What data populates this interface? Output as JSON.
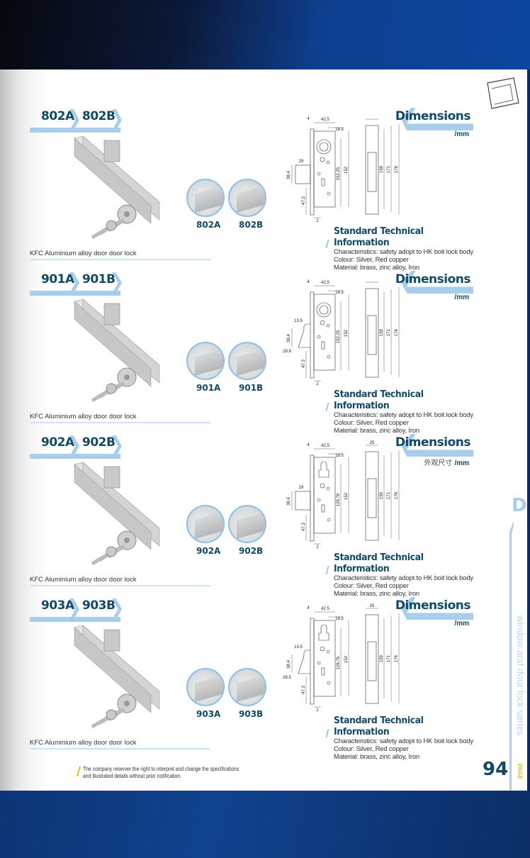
{
  "colors": {
    "accent": "#124a63",
    "light_blue": "#a9cdec",
    "yellow": "#e9b62c"
  },
  "sections": [
    {
      "codes": [
        "802A",
        "802B"
      ],
      "variants": [
        "802A",
        "802B"
      ],
      "caption": "KFC Aluminium alloy door door lock",
      "dimensions_title": "Dimensions",
      "unit_cn": "",
      "unit": "/mm",
      "bolt": "square",
      "cyl": "round",
      "dims": {
        "plate": "4",
        "width": "42.5",
        "backset": "18.5",
        "bolt": "29",
        "bolt_h": "38.4",
        "bottom": "47.3",
        "face": "2",
        "centers": "152.25",
        "body": "152",
        "side_w": "",
        "h1": "159",
        "h2": "171",
        "h3": "176",
        "hook": "",
        "hook2": ""
      },
      "tech": {
        "title": "Standard Technical Information",
        "lines": [
          "Characteristics: safety adopt to HK boit lock body",
          "Colour: Silver, Red copper",
          "Material: brass, zinc alloy, Iron"
        ]
      }
    },
    {
      "codes": [
        "901A",
        "901B"
      ],
      "variants": [
        "901A",
        "901B"
      ],
      "caption": "KFC Aluminium alloy door door lock",
      "dimensions_title": "Dimensions",
      "unit_cn": "",
      "unit": "/mm",
      "bolt": "hook",
      "cyl": "round",
      "dims": {
        "plate": "4",
        "width": "42.5",
        "backset": "18.5",
        "bolt": "",
        "bolt_h": "38.4",
        "bottom": "47.3",
        "face": "2",
        "centers": "152.25",
        "body": "152",
        "side_w": "",
        "h1": "159",
        "h2": "171",
        "h3": "176",
        "hook": "13.5",
        "hook2": "28.8"
      },
      "tech": {
        "title": "Standard Technical Information",
        "lines": [
          "Characteristics: safety adopt to HK boit lock body",
          "Colour: Silver, Red copper",
          "Material: brass, zinc alloy, Iron"
        ]
      }
    },
    {
      "codes": [
        "902A",
        "902B"
      ],
      "variants": [
        "902A",
        "902B"
      ],
      "caption": "KFC Aluminium alloy door door lock",
      "dimensions_title": "Dimensions",
      "unit_cn": "外观尺寸",
      "unit": "/mm",
      "bolt": "square",
      "cyl": "euro",
      "dims": {
        "plate": "4",
        "width": "42.5",
        "backset": "18.5",
        "bolt": "29",
        "bolt_h": "38.4",
        "bottom": "47.3",
        "face": "2",
        "centers": "126.76",
        "body": "152",
        "side_w": "25",
        "h1": "159",
        "h2": "171",
        "h3": "176",
        "hook": "",
        "hook2": ""
      },
      "tech": {
        "title": "Standard Technical Information",
        "lines": [
          "Characteristics: safety adopt to HK boit lock body",
          "Colour: Silver, Red copper",
          "Material: brass, zinc alloy, Iron"
        ]
      }
    },
    {
      "codes": [
        "903A",
        "903B"
      ],
      "variants": [
        "903A",
        "903B"
      ],
      "caption": "KFC Aluminium alloy door door lock",
      "dimensions_title": "Dimensions",
      "unit_cn": "",
      "unit": "/mm",
      "bolt": "hook",
      "cyl": "euro",
      "dims": {
        "plate": "4",
        "width": "42.5",
        "backset": "18.5",
        "bolt": "",
        "bolt_h": "38.4",
        "bottom": "47.3",
        "face": "2",
        "centers": "126.76",
        "body": "152",
        "side_w": "25",
        "h1": "159",
        "h2": "171",
        "h3": "176",
        "hook": "13.5",
        "hook2": "28.5"
      },
      "tech": {
        "title": "Standard Technical Information",
        "lines": [
          "Characteristics: safety adopt to HK boit lock body",
          "Colour: Silver, Red copper",
          "Material: brass, zinc alloy, Iron"
        ]
      }
    }
  ],
  "side": {
    "letter": "D",
    "series": "window and door lock series",
    "page_label": "PAGE",
    "page_number": "94"
  },
  "footer": {
    "lines": [
      "The company reserver the right to interpret and change the specifications",
      "and illustrated details without prior notification."
    ]
  }
}
